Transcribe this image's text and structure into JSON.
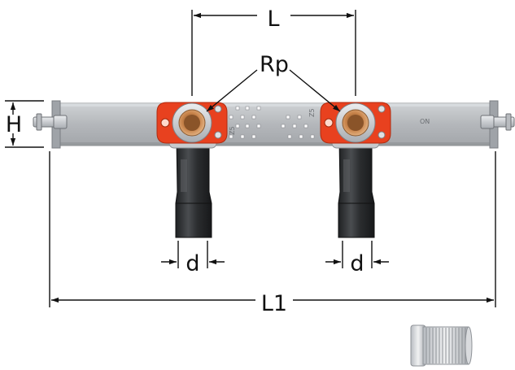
{
  "labels": {
    "L": "L",
    "Rp": "Rp",
    "H": "H",
    "d_left": "d",
    "d_right": "d",
    "L1": "L1"
  },
  "stamps": {
    "fitting_left": "Z5",
    "fitting_right": "Z5",
    "bar_right": "ON"
  },
  "colors": {
    "line": "#111111",
    "bar": "#b9bcc0",
    "bar_edge": "#8d9095",
    "flange": "#e8411f",
    "brass": "#c8834a",
    "sleeve": "#2d2f31",
    "sleeve_highlight": "#55585b",
    "silver": "#d3d5d8",
    "background": "#ffffff"
  }
}
